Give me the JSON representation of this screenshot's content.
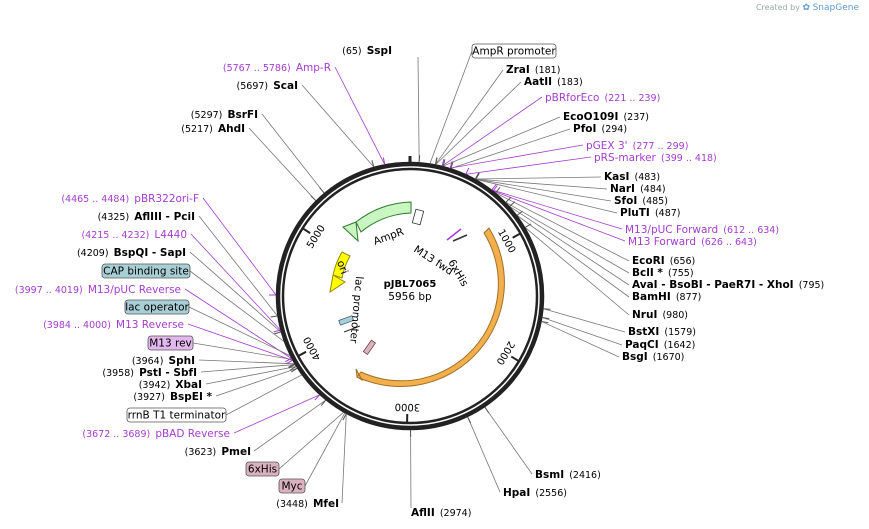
{
  "brand": {
    "created_by": "Created by",
    "app_name": "SnapGene"
  },
  "plasmid": {
    "name": "pJBL7065",
    "size": "5956 bp"
  },
  "ticks": [
    "1000",
    "2000",
    "3000",
    "4000",
    "5000"
  ],
  "enzymes": [
    {
      "pos": "(65)",
      "name": "SspI",
      "pos_after": false
    },
    {
      "name": "ZraI",
      "pos": "(181)",
      "pos_after": true
    },
    {
      "name": "AatII",
      "pos": "(183)",
      "pos_after": true
    },
    {
      "name": "EcoO109I",
      "pos": "(237)",
      "pos_after": true
    },
    {
      "name": "PfoI",
      "pos": "(294)",
      "pos_after": true
    },
    {
      "name": "KasI",
      "pos": "(483)",
      "pos_after": true
    },
    {
      "name": "NarI",
      "pos": "(484)",
      "pos_after": true
    },
    {
      "name": "SfoI",
      "pos": "(485)",
      "pos_after": true
    },
    {
      "name": "PluTI",
      "pos": "(487)",
      "pos_after": true
    },
    {
      "name": "EcoRI",
      "pos": "(656)",
      "pos_after": true
    },
    {
      "name": "BclI *",
      "pos": "(755)",
      "pos_after": true
    },
    {
      "name": "AvaI  - BsoBI  - PaeR7I  - XhoI",
      "pos": "(795)",
      "pos_after": true
    },
    {
      "name": "BamHI",
      "pos": "(877)",
      "pos_after": true
    },
    {
      "name": "NruI",
      "pos": "(980)",
      "pos_after": true
    },
    {
      "name": "BstXI",
      "pos": "(1579)",
      "pos_after": true
    },
    {
      "name": "PaqCI",
      "pos": "(1642)",
      "pos_after": true
    },
    {
      "name": "BsgI",
      "pos": "(1670)",
      "pos_after": true
    },
    {
      "name": "BsmI",
      "pos": "(2416)",
      "pos_after": true
    },
    {
      "name": "HpaI",
      "pos": "(2556)",
      "pos_after": true
    },
    {
      "name": "AflII",
      "pos": "(2974)",
      "pos_after": true
    },
    {
      "pos": "(3448)",
      "name": "MfeI",
      "pos_after": false
    },
    {
      "pos": "(3623)",
      "name": "PmeI",
      "pos_after": false
    },
    {
      "pos": "(3927)",
      "name": "BspEI *",
      "pos_after": false
    },
    {
      "pos": "(3942)",
      "name": "XbaI",
      "pos_after": false
    },
    {
      "pos": "(3958)",
      "name": "PstI  - SbfI",
      "pos_after": false
    },
    {
      "pos": "(3964)",
      "name": "SphI",
      "pos_after": false
    },
    {
      "pos": "(4209)",
      "name": "BspQI  - SapI",
      "pos_after": false
    },
    {
      "pos": "(4325)",
      "name": "AflIII  - PciI",
      "pos_after": false
    },
    {
      "pos": "(5217)",
      "name": "AhdI",
      "pos_after": false
    },
    {
      "pos": "(5297)",
      "name": "BsrFI",
      "pos_after": false
    },
    {
      "pos": "(5697)",
      "name": "ScaI",
      "pos_after": false
    }
  ],
  "primers": [
    {
      "pos": "(5767 .. 5786)",
      "name": "Amp-R",
      "pos_after": false
    },
    {
      "name": "pBRforEco",
      "pos": "(221 .. 239)",
      "pos_after": true
    },
    {
      "name": "pGEX 3'",
      "pos": "(277 .. 299)",
      "pos_after": true
    },
    {
      "name": "pRS-marker",
      "pos": "(399 .. 418)",
      "pos_after": true
    },
    {
      "name": "M13/pUC Forward",
      "pos": "(612 .. 634)",
      "pos_after": true
    },
    {
      "name": "M13 Forward",
      "pos": "(626 .. 643)",
      "pos_after": true
    },
    {
      "pos": "(4465 .. 4484)",
      "name": "pBR322ori-F",
      "pos_after": false
    },
    {
      "pos": "(4215 .. 4232)",
      "name": "L4440",
      "pos_after": false
    },
    {
      "pos": "(3997 .. 4019)",
      "name": "M13/pUC Reverse",
      "pos_after": false
    },
    {
      "pos": "(3984 .. 4000)",
      "name": "M13 Reverse",
      "pos_after": false
    },
    {
      "pos": "(3672 .. 3689)",
      "name": "pBAD Reverse",
      "pos_after": false
    }
  ],
  "boxes": [
    {
      "label": "AmpR promoter",
      "fill": "#ffffff"
    },
    {
      "label": "CAP binding site",
      "fill": "#a9cfd6"
    },
    {
      "label": "lac operator",
      "fill": "#a9cfd6"
    },
    {
      "label": "M13 rev",
      "fill": "#e3b8ee"
    },
    {
      "label": "rrnB T1 terminator",
      "fill": "#ffffff"
    },
    {
      "label": "6xHis",
      "fill": "#d9b1bf"
    },
    {
      "label": "Myc",
      "fill": "#d9b1bf"
    }
  ],
  "features": {
    "ampr": "AmpR",
    "ori": "ori",
    "m13fwd": "M13 fwd",
    "his": "6xHis",
    "lacpromoter": "lac promoter"
  },
  "colors": {
    "primer": "#a43ccf",
    "ampr_arrow": "#c8f5c0",
    "ori_arrow": "#ffff00",
    "orf_arrow": "#f0a838",
    "backbone": "#222222",
    "brand": "#5a9bd4"
  }
}
